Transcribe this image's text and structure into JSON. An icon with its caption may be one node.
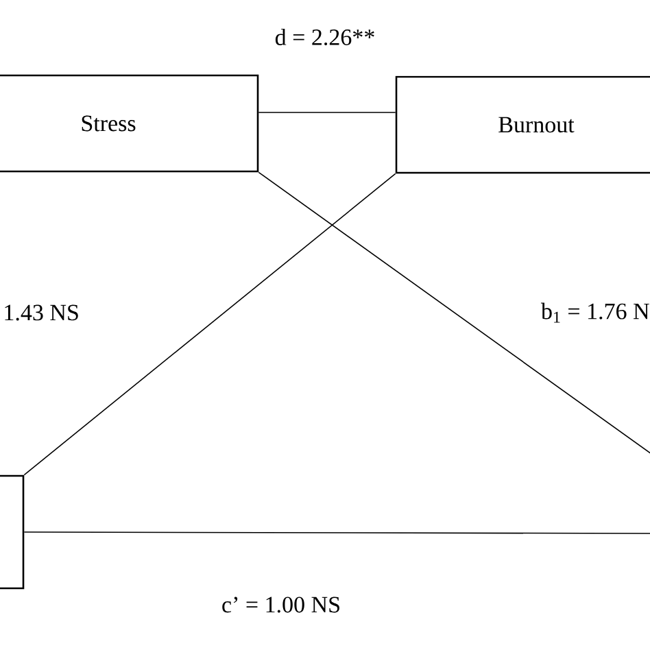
{
  "diagram": {
    "nodes": [
      {
        "text": [
          "Stress"
        ]
      },
      {
        "text": [
          "Burnout"
        ]
      },
      {
        "text": [],
        "shape": "box"
      }
    ],
    "edges": [
      {
        "from": 0,
        "to": 1,
        "arrow": "none",
        "label": "d = 2.26**"
      },
      {
        "from": 1,
        "to": 2,
        "arrow": "none"
      },
      {
        "from": 0,
        "to": null,
        "arrow": "none"
      },
      {
        "from": 2,
        "to": null,
        "arrow": "none",
        "label": "c’ = 1.00 NS"
      }
    ],
    "labels": [
      "1.43 NS",
      "b$_{1}$ = 1.76 N"
    ]
  }
}
